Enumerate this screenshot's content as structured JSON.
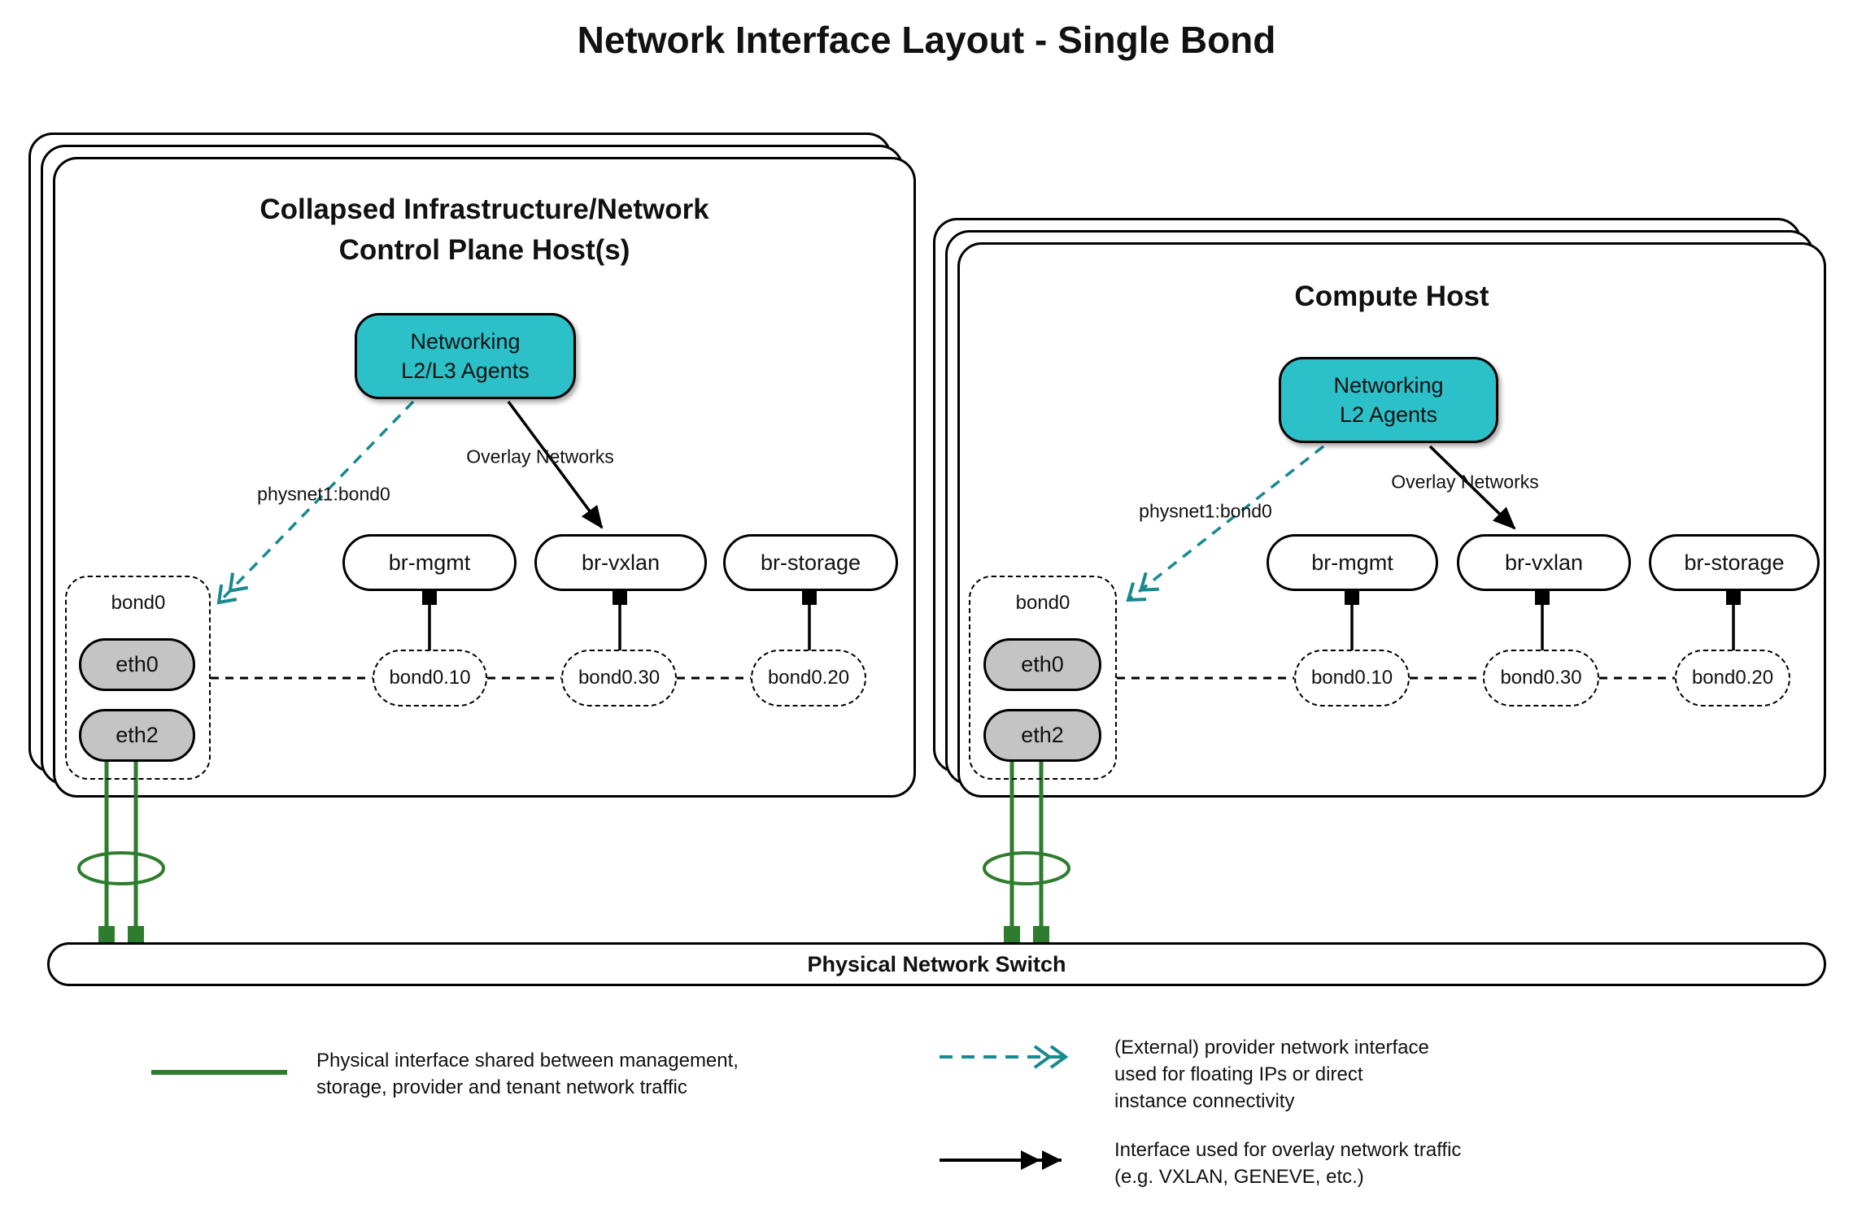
{
  "diagram": {
    "title": "Network Interface Layout - Single Bond"
  },
  "hosts": {
    "left": {
      "title_line1": "Collapsed Infrastructure/Network",
      "title_line2": "Control Plane Host(s)",
      "agent_line1": "Networking",
      "agent_line2": "L2/L3 Agents",
      "overlay_label": "Overlay Networks",
      "physnet_label": "physnet1:bond0",
      "bond_label": "bond0",
      "nics": [
        "eth0",
        "eth2"
      ],
      "bridges": [
        "br-mgmt",
        "br-vxlan",
        "br-storage"
      ],
      "vlans": [
        "bond0.10",
        "bond0.30",
        "bond0.20"
      ]
    },
    "right": {
      "title_line1": "Compute Host",
      "agent_line1": "Networking",
      "agent_line2": "L2 Agents",
      "overlay_label": "Overlay Networks",
      "physnet_label": "physnet1:bond0",
      "bond_label": "bond0",
      "nics": [
        "eth0",
        "eth2"
      ],
      "bridges": [
        "br-mgmt",
        "br-vxlan",
        "br-storage"
      ],
      "vlans": [
        "bond0.10",
        "bond0.30",
        "bond0.20"
      ]
    }
  },
  "switch": {
    "label": "Physical Network Switch"
  },
  "legend": {
    "physical": {
      "line1": "Physical interface shared between management,",
      "line2": "storage, provider and tenant network traffic"
    },
    "provider": {
      "line1": "(External) provider network interface",
      "line2": "used for floating IPs or direct",
      "line3": "instance connectivity"
    },
    "overlay": {
      "line1": "Interface used for overlay network traffic",
      "line2": "(e.g. VXLAN, GENEVE, etc.)"
    }
  },
  "colors": {
    "teal_fill": "#2cc0c9",
    "teal_line": "#17898f",
    "green": "#2e7d2e",
    "gray_fill": "#c4c4c4"
  }
}
